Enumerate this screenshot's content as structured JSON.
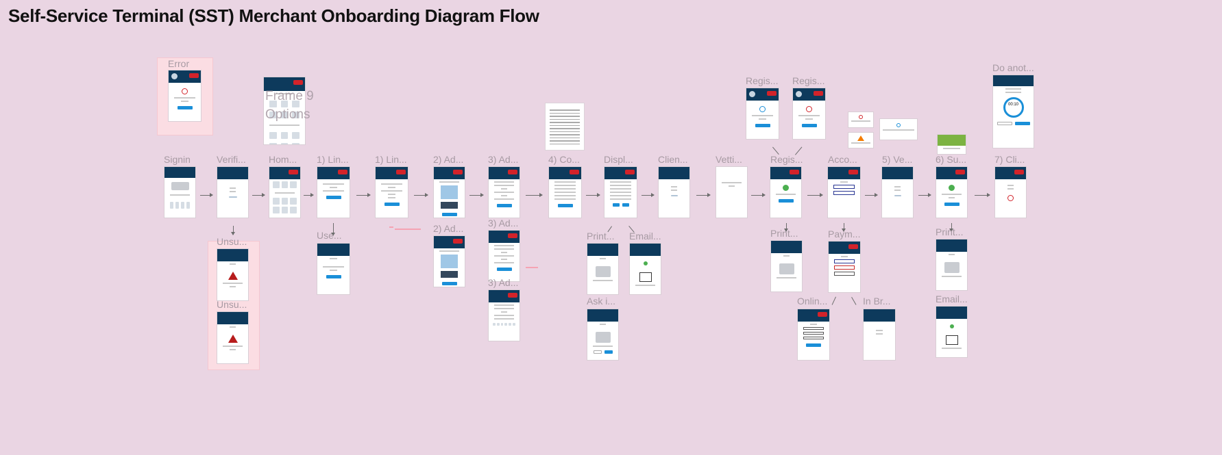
{
  "title": "Self-Service Terminal (SST) Merchant Onboarding Diagram Flow",
  "colors": {
    "background": "#ead5e3",
    "header": "#0d3a5c",
    "cancel": "#d2232a",
    "button": "#1a8fd8",
    "group": "#fbdde3"
  },
  "groups": {
    "error": {
      "label": "Error"
    },
    "unsupported": {
      "label_1": "Unsu...",
      "label_2": "Unsu..."
    }
  },
  "frames": {
    "signin": "Signin",
    "verify": "Verifi...",
    "home": "Hom...",
    "link1": "1) Lin...",
    "link1b": "1) Lin...",
    "add2": "2) Ad...",
    "add3": "3) Ad...",
    "confirm4": "4) Co...",
    "display": "Displ...",
    "client": "Clien...",
    "vetting": "Vetti...",
    "register": "Regis...",
    "account": "Acco...",
    "verify5": "5) Ve...",
    "success6": "6) Su...",
    "client7": "7) Cli...",
    "user": "Use...",
    "add2b": "2) Ad...",
    "add3b": "3) Ad...",
    "add3c": "3) Ad...",
    "print1": "Print...",
    "email1": "Email...",
    "ask": "Ask i...",
    "print2": "Print...",
    "payment": "Paym...",
    "online": "Onlin...",
    "inbranch": "In Br...",
    "print3": "Print...",
    "email2": "Email...",
    "register_top1": "Regis...",
    "register_top2": "Regis...",
    "another": "Do anot..."
  },
  "home_overlay": {
    "frame": "Frame 9",
    "options": "Options"
  },
  "timer": "00:10"
}
